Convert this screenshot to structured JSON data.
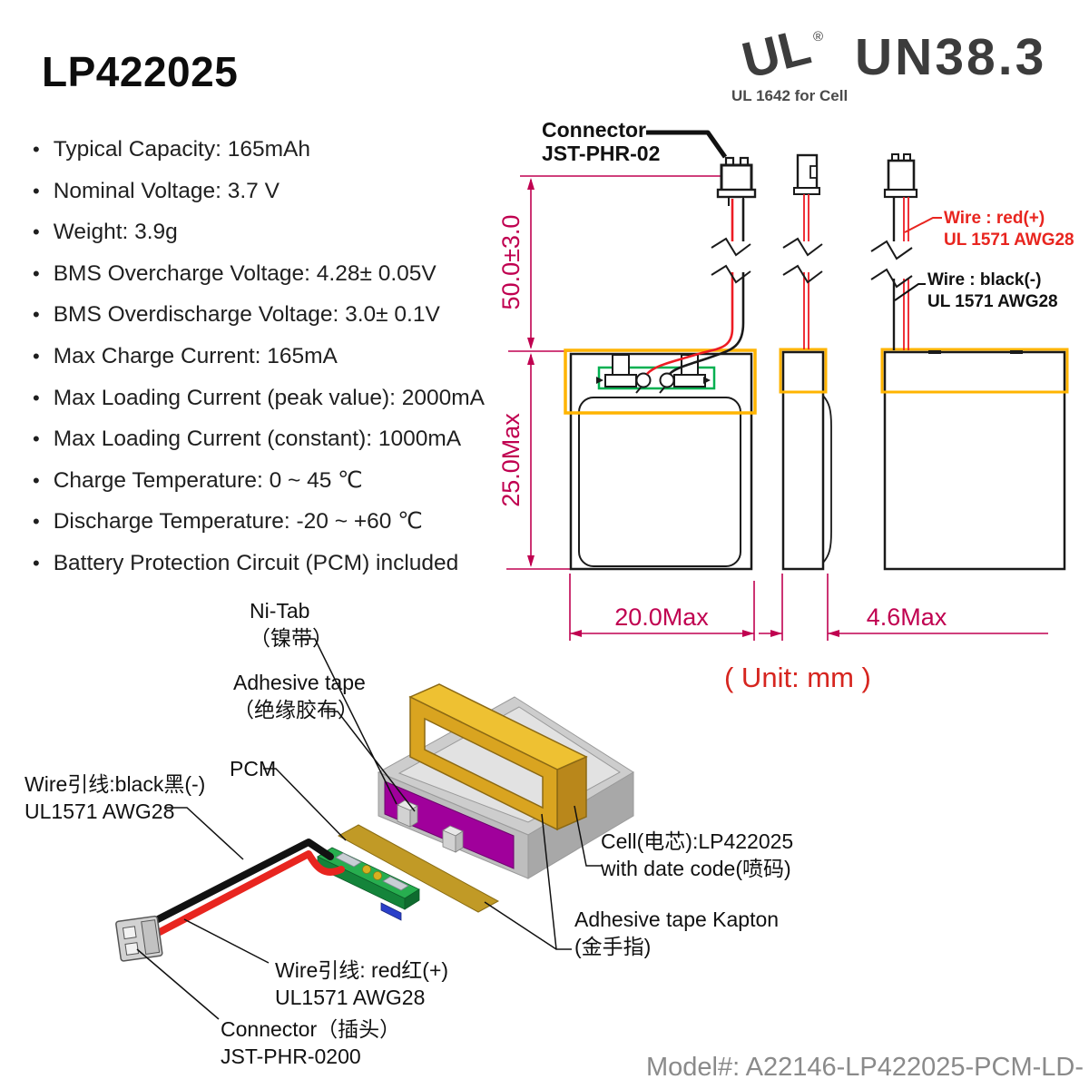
{
  "header": {
    "title": "LP422025"
  },
  "specs": [
    "Typical Capacity: 165mAh",
    "Nominal Voltage: 3.7 V",
    "Weight: 3.9g",
    "BMS Overcharge Voltage: 4.28± 0.05V",
    "BMS Overdischarge Voltage: 3.0± 0.1V",
    "Max Charge Current: 165mA",
    "Max Loading Current (peak value): 2000mA",
    "Max Loading Current (constant): 1000mA",
    "Charge Temperature: 0 ~ 45 ℃",
    "Discharge Temperature: -20 ~ +60 ℃",
    "Battery Protection Circuit (PCM) included"
  ],
  "certifications": {
    "ul_mark": "UL",
    "registered": "®",
    "ul_caption": "UL 1642 for Cell",
    "un_mark": "UN38.3"
  },
  "drawing": {
    "connector_label": [
      "Connector",
      "JST-PHR-02"
    ],
    "dim_total_height": "50.0±3.0",
    "dim_cell_height": "25.0Max",
    "dim_width": "20.0Max",
    "dim_thickness": "4.6Max",
    "wire_red_label": [
      "Wire : red(+)",
      "UL 1571 AWG28"
    ],
    "wire_black_label": [
      "Wire : black(-)",
      "UL 1571 AWG28"
    ],
    "unit_note": "( Unit: mm )"
  },
  "exploded": {
    "ni_tab": [
      "Ni-Tab",
      "（镍带）"
    ],
    "adhesive_tape": [
      "Adhesive tape",
      "（绝缘胶布）"
    ],
    "pcm": "PCM",
    "wire_black": [
      "Wire引线:black黑(-)",
      "UL1571 AWG28"
    ],
    "wire_red": [
      "Wire引线: red红(+)",
      "UL1571 AWG28"
    ],
    "connector": [
      "Connector（插头）",
      "JST-PHR-0200"
    ],
    "cell": [
      "Cell(电芯):LP422025",
      "with date code(喷码)"
    ],
    "kapton": [
      "Adhesive tape Kapton",
      "(金手指)"
    ]
  },
  "footer": {
    "model": "Model#: A22146-LP422025-PCM-LD-"
  },
  "colors": {
    "dimension": "#C00050",
    "wire_red": "#ED1C24",
    "tape_outline": "#FFB400",
    "pcm_green": "#00B050",
    "gold_tape": "#D9A420",
    "insulating_tape": "#A0009B",
    "model_gray": "#8A8A8A"
  }
}
